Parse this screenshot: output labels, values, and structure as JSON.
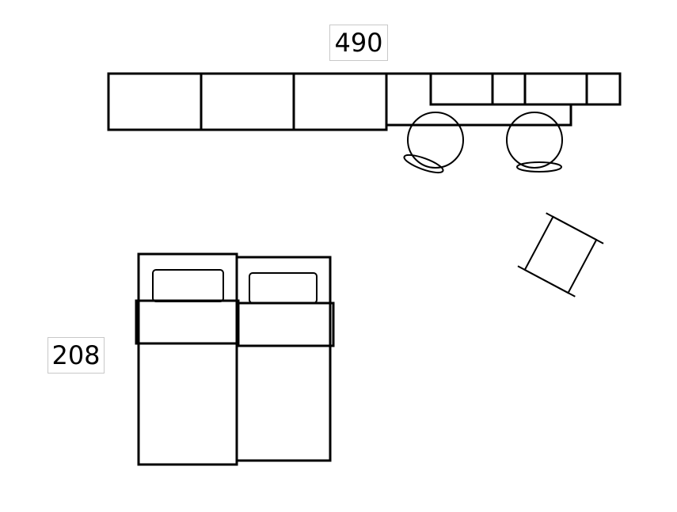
{
  "dimensions": {
    "width_label": "490",
    "height_label": "208"
  },
  "colors": {
    "stroke": "#000000",
    "background": "#ffffff",
    "label_border": "#c8c8c8"
  },
  "furniture": [
    "wall-cabinets",
    "desk",
    "shelf-unit",
    "chair",
    "chair",
    "side-table",
    "single-bed",
    "single-bed"
  ]
}
